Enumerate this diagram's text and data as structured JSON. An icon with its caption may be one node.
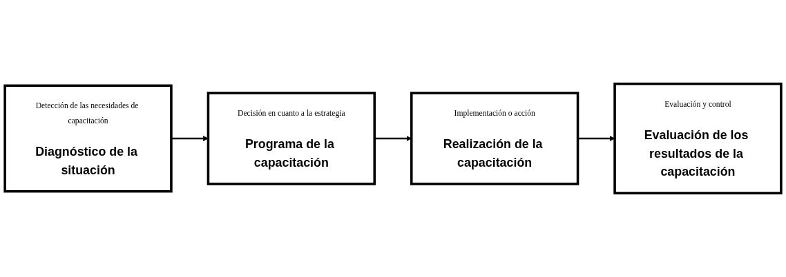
{
  "diagram": {
    "nodes": [
      {
        "text": [
          "Detección de las necesidades de capacitación",
          "Diagnóstico de la situación"
        ]
      },
      {
        "text": [
          "Decisión en cuanto a la estrategia",
          "Programa de la capacitación"
        ]
      },
      {
        "text": [
          "Implementación o acción",
          "Realización de la capacitación"
        ]
      },
      {
        "text": [
          "Evaluación y control",
          "Evaluación de los resultados de la capacitación"
        ]
      }
    ],
    "edges": [
      {
        "from": 0,
        "to": 1,
        "arrow": "to"
      },
      {
        "from": 1,
        "to": 2,
        "arrow": "to"
      },
      {
        "from": 2,
        "to": 3,
        "arrow": "to"
      }
    ]
  }
}
